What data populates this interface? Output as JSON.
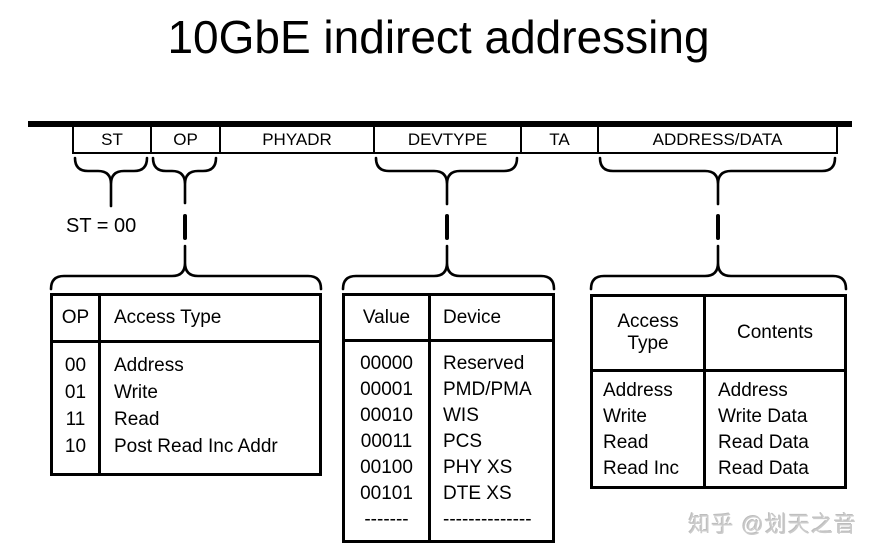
{
  "title": "10GbE indirect addressing",
  "frame": {
    "fields": [
      "ST",
      "OP",
      "PHYADR",
      "DEVTYPE",
      "TA",
      "ADDRESS/DATA"
    ]
  },
  "annotations": {
    "st_value": "ST = 00",
    "watermark": "知乎 @划天之音"
  },
  "colors": {
    "ink": "#000000",
    "watermark_gray": "#cbcbcb"
  },
  "tables": {
    "op": {
      "headers": [
        "OP",
        "Access Type"
      ],
      "rows": [
        [
          "00",
          "Address"
        ],
        [
          "01",
          "Write"
        ],
        [
          "11",
          "Read"
        ],
        [
          "10",
          "Post Read Inc Addr"
        ]
      ]
    },
    "devtype": {
      "headers": [
        "Value",
        "Device"
      ],
      "rows": [
        [
          "00000",
          "Reserved"
        ],
        [
          "00001",
          "PMD/PMA"
        ],
        [
          "00010",
          "WIS"
        ],
        [
          "00011",
          "PCS"
        ],
        [
          "00100",
          "PHY XS"
        ],
        [
          "00101",
          "DTE XS"
        ],
        [
          "-------",
          "--------------"
        ]
      ]
    },
    "accesstype": {
      "headers": [
        "Access\nType",
        "Contents"
      ],
      "rows": [
        [
          "Address",
          "Address"
        ],
        [
          "Write",
          "Write Data"
        ],
        [
          "Read",
          "Read Data"
        ],
        [
          "Read Inc",
          "Read Data"
        ]
      ]
    }
  }
}
